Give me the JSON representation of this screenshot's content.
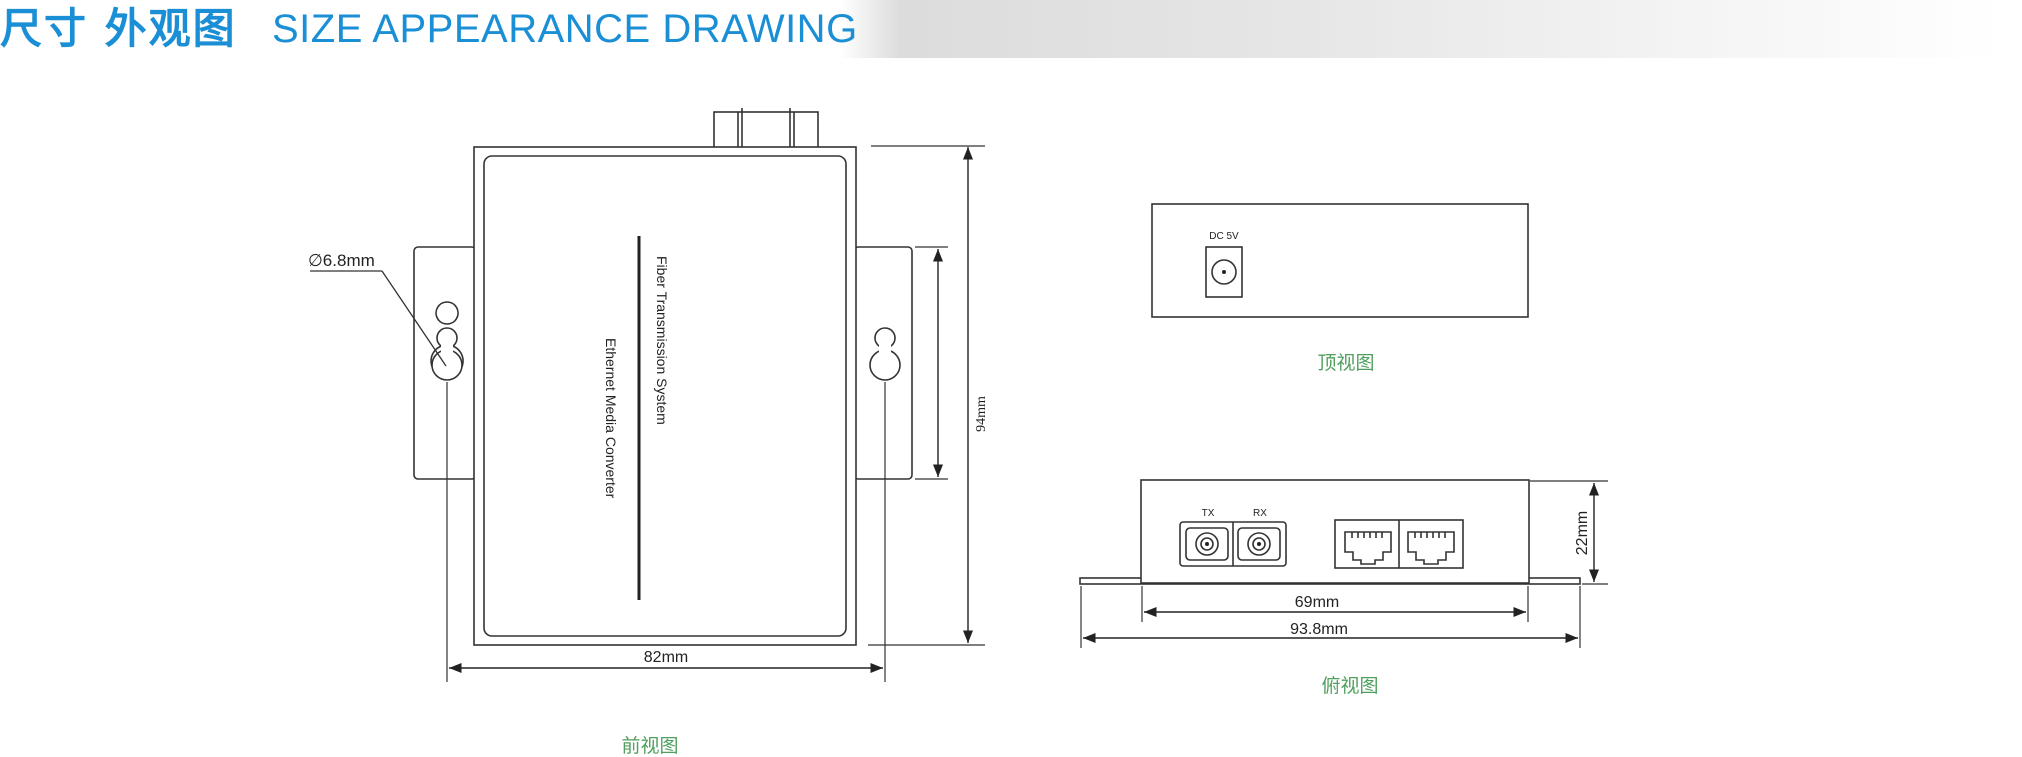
{
  "header": {
    "title_cn": "尺寸 外观图",
    "title_en": "SIZE APPEARANCE DRAWING"
  },
  "colors": {
    "title": "#1a8fd6",
    "caption": "#4f9f5e",
    "line": "#333333"
  },
  "front_view": {
    "hole_label": "∅6.8mm",
    "device_text_1": "Fiber Transmission System",
    "device_text_2": "Ethernet Media Converter",
    "width_label": "82mm",
    "height_label": "94mm",
    "caption": "前视图"
  },
  "top_view": {
    "dc_label": "DC 5V",
    "caption": "顶视图"
  },
  "bottom_view": {
    "tx_label": "TX",
    "rx_label": "RX",
    "height_label": "22mm",
    "inner_width_label": "69mm",
    "outer_width_label": "93.8mm",
    "caption": "俯视图"
  }
}
